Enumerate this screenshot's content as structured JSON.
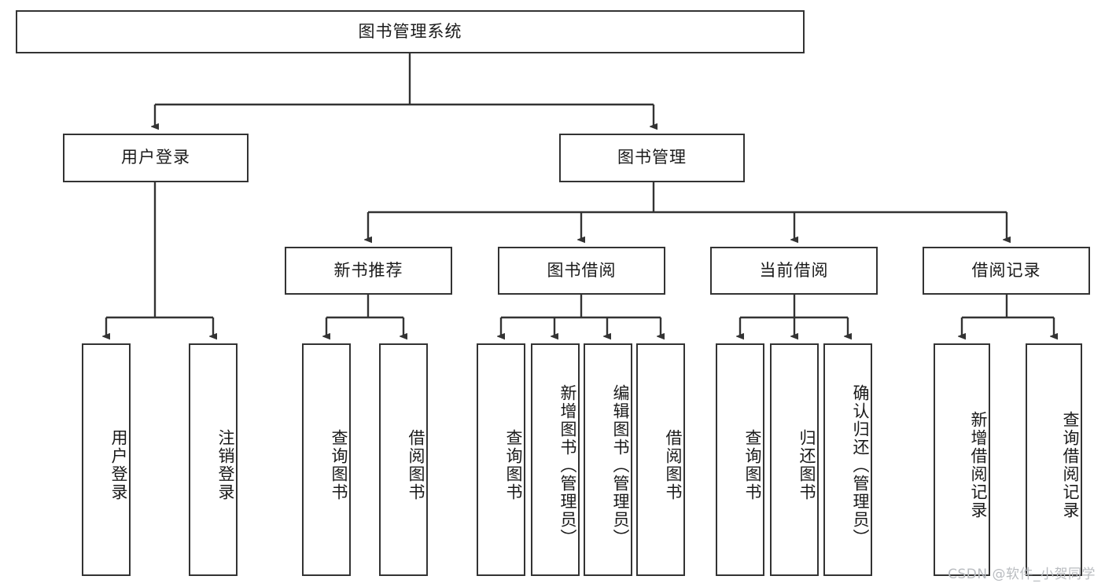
{
  "diagram": {
    "title": "图书管理系统",
    "type": "tree-hierarchy",
    "levels": 4,
    "colors": {
      "node_border": "#333333",
      "node_fill": "#ffffff",
      "edge": "#333333",
      "text": "#1a1a1a",
      "watermark": "#b9bcc0",
      "background": "#ffffff"
    },
    "watermark": "CSDN @软件_小贺同学"
  },
  "nodes": {
    "root": {
      "label": "图书管理系统",
      "orientation": "horizontal"
    },
    "level1": [
      {
        "label": "用户登录",
        "orientation": "horizontal"
      },
      {
        "label": "图书管理",
        "orientation": "horizontal"
      }
    ],
    "level2": [
      {
        "label": "新书推荐",
        "orientation": "horizontal"
      },
      {
        "label": "图书借阅",
        "orientation": "horizontal"
      },
      {
        "label": "当前借阅",
        "orientation": "horizontal"
      },
      {
        "label": "借阅记录",
        "orientation": "horizontal"
      }
    ],
    "leaves": {
      "user_login": [
        {
          "label": "用户登录",
          "orientation": "vertical"
        },
        {
          "label": "注销登录",
          "orientation": "vertical"
        }
      ],
      "new_book_recommend": [
        {
          "label": "查询图书",
          "orientation": "vertical"
        },
        {
          "label": "借阅图书",
          "orientation": "vertical"
        }
      ],
      "book_borrow": [
        {
          "label": "查询图书",
          "orientation": "vertical"
        },
        {
          "label": "新增图书（管理员）",
          "orientation": "vertical"
        },
        {
          "label": "编辑图书（管理员）",
          "orientation": "vertical"
        },
        {
          "label": "借阅图书",
          "orientation": "vertical"
        }
      ],
      "current_borrow": [
        {
          "label": "查询图书",
          "orientation": "vertical"
        },
        {
          "label": "归还图书",
          "orientation": "vertical"
        },
        {
          "label": "确认归还（管理员）",
          "orientation": "vertical"
        }
      ],
      "borrow_record": [
        {
          "label": "新增借阅记录",
          "orientation": "vertical"
        },
        {
          "label": "查询借阅记录",
          "orientation": "vertical"
        }
      ]
    }
  }
}
